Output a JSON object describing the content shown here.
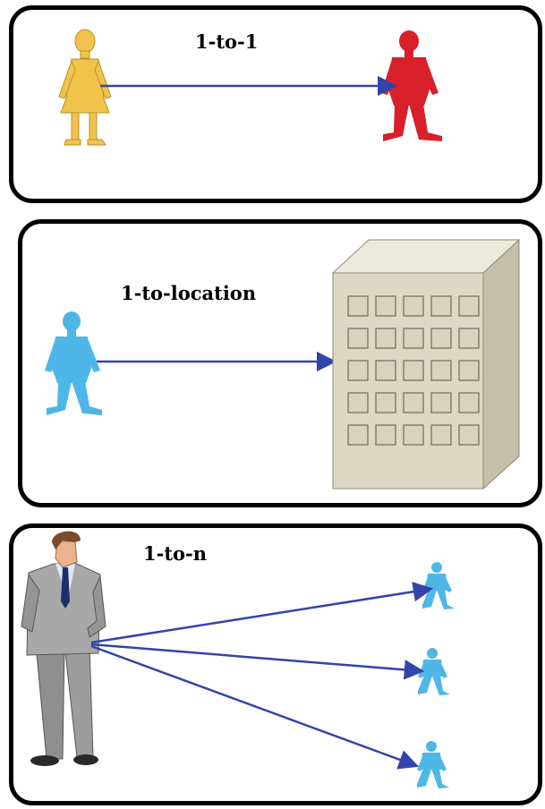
{
  "panels": [
    {
      "id": "one-to-one",
      "title": "1-to-1"
    },
    {
      "id": "one-to-location",
      "title": "1-to-location"
    },
    {
      "id": "one-to-n",
      "title": "1-to-n"
    }
  ],
  "colors": {
    "border": "#000000",
    "arrow": "#3344aa",
    "woman": "#f2c34a",
    "red_person": "#d8202a",
    "blue_person": "#4fb6e8",
    "building_front": "#dcd8c4",
    "building_side": "#c3bfa9",
    "building_top": "#eceadb",
    "suit": "#9a9a9a"
  }
}
